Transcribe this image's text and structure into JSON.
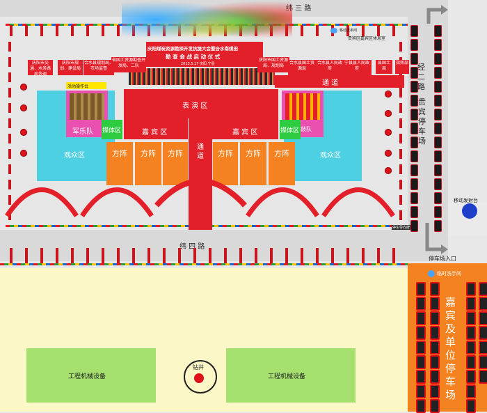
{
  "roads": {
    "top": "纬 三 路",
    "middle": "纬 四 路",
    "right": "经 二 路"
  },
  "stage": {
    "title_line1": "庆阳煤炭资源勘探开发抗捷大会暨合水南煤田",
    "title_line2": "勘 查 会 战 启 动 仪 式",
    "date": "2013.5.17 庆阳·宁县",
    "performance": "表 演 区",
    "passage_top": "通 道",
    "passage_center": "通 道"
  },
  "zones": {
    "vip_left": "嘉 宾 区",
    "vip_right": "嘉 宾 区",
    "media_left": "媒体区",
    "media_right": "媒体区",
    "band": "军乐队",
    "dance": "威风锣鼓队",
    "audience_left": "观众区",
    "audience_right": "观众区",
    "activity_area": "活动操作台",
    "formations": [
      "方阵",
      "方阵",
      "方阵",
      "方阵",
      "方阵",
      "方阵"
    ]
  },
  "right_side": {
    "vip_parking": "贵宾停车场",
    "lounge": "贵宾区嘉宾区休息室",
    "handwash_top": "移动洗手间",
    "launch_pad": "移动发射台",
    "parking_entrance": "停车场入口",
    "temp_handwash": "临时洗手间",
    "guest_parking": "嘉宾及单位停车场",
    "small_sign": "停车导向牌"
  },
  "bottom": {
    "machinery_left": "工程机械设备",
    "machinery_right": "工程机械设备",
    "drill": "钻井"
  },
  "banners": [
    "庆阳市交通、水务路局协调",
    "庆阳市规划、建设局",
    "合水县规划局、市场监督",
    "省国土资源勘查开发局、二队",
    "庆阳市国土资源局、规划局",
    "合水县国土资源局",
    "合水县人民政府",
    "宁县县人民政府",
    "县国土局",
    "指挥部"
  ],
  "colors": {
    "red": "#e3202a",
    "orange": "#f58220",
    "cyan": "#4dd0e1",
    "green": "#a6e06e",
    "magenta": "#ea50b0",
    "blue": "#1d3fc9"
  }
}
